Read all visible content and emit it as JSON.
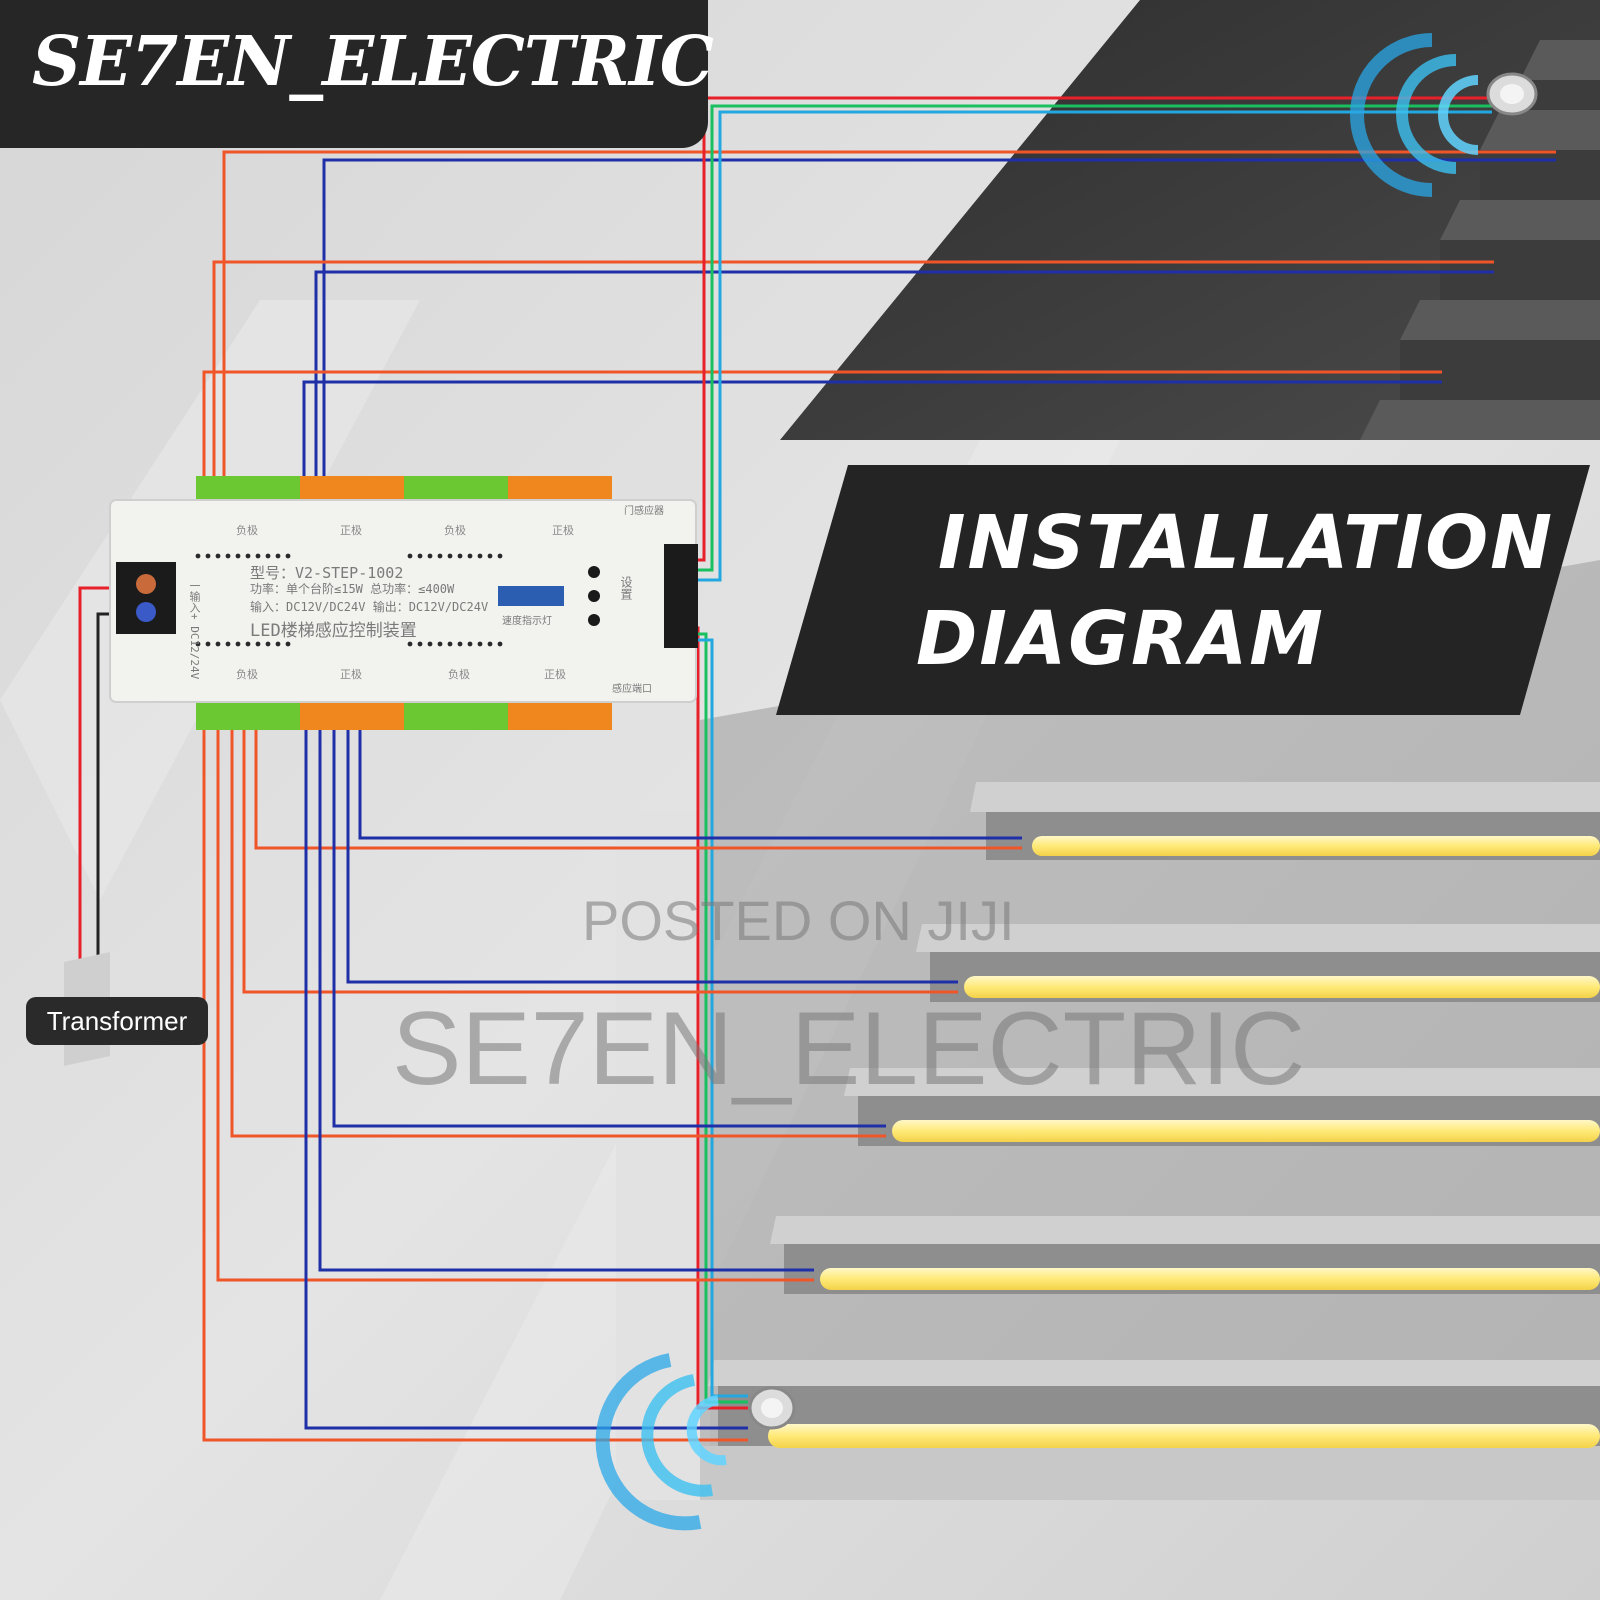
{
  "brand": {
    "name": "SE7EN_ELECTRIC"
  },
  "title": {
    "line1": "INSTALLATION",
    "line2": "DIAGRAM"
  },
  "transformer": {
    "label": "Transformer"
  },
  "watermarks": {
    "posted": "POSTED ON JIJI",
    "brand": "SE7EN_ELECTRIC"
  },
  "controller": {
    "model_line": "型号：V2-STEP-1002",
    "power_line": "功率：单个台阶≤15W 总功率：≤400W",
    "io_line": "输入：DC12V/DC24V  输出：DC12V/DC24V",
    "name_line": "LED楼梯感应控制装置",
    "input_label": "一输入+ DC12/24V",
    "speed_label": "速度指示灯",
    "set_label": "设置",
    "port_top": "门感应器",
    "port_bottom": "感应端口",
    "terminal_top_labels": [
      "负极",
      "正极",
      "负极",
      "正极"
    ],
    "terminal_bottom_labels": [
      "负极",
      "正极",
      "负极",
      "正极"
    ]
  },
  "colors": {
    "positive_wire": "#f0552a",
    "negative_wire": "#1f2fa8",
    "sensor_red": "#e8202a",
    "sensor_green": "#18c060",
    "sensor_cyan": "#22a8e0",
    "led_strip": "#fff3a0",
    "terminal_green": "#6cc832",
    "terminal_orange": "#f0861e"
  },
  "icons": {
    "sensor": "motion-sensor-icon",
    "wave": "sensor-wave-icon"
  }
}
